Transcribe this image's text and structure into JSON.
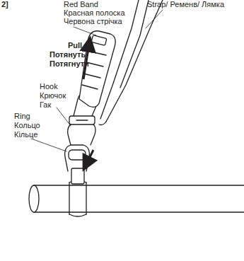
{
  "diagram": {
    "labels": [
      "2]",
      "Red Band",
      "Красная полоска",
      "Червона стрічка",
      "Strap/ Ременв/ Лямка",
      "Pull",
      "Потянуть",
      "Потягнути",
      "Hook",
      "Крючок",
      "Гак",
      "Ring",
      "Кольцо",
      "Кільце"
    ]
  }
}
